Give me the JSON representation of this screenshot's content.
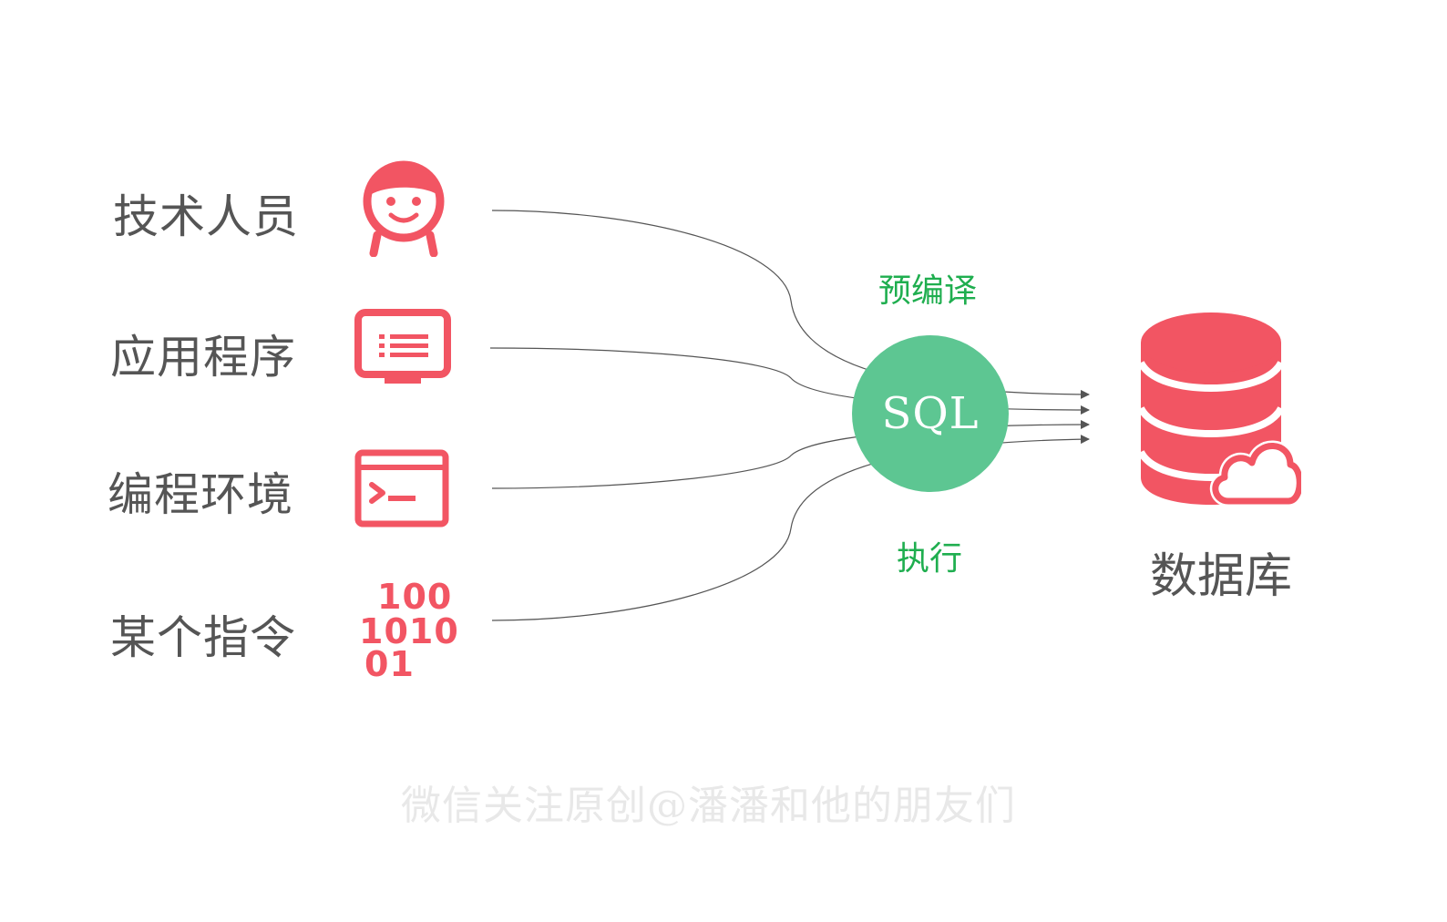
{
  "sources": [
    {
      "label": "技术人员",
      "icon": "person-icon"
    },
    {
      "label": "应用程序",
      "icon": "monitor-icon"
    },
    {
      "label": "编程环境",
      "icon": "terminal-icon"
    },
    {
      "label": "某个指令",
      "icon": "binary-icon"
    }
  ],
  "binary": {
    "line1": "100",
    "line2": "1010",
    "line3": "01"
  },
  "sql_node": {
    "label": "SQL",
    "color": "#5dc692"
  },
  "steps": {
    "top": "预编译",
    "bottom": "执行"
  },
  "database": {
    "label": "数据库",
    "icon": "database-cloud-icon"
  },
  "watermark": "微信关注原创@潘潘和他的朋友们",
  "colors": {
    "icon_red": "#f25563",
    "step_green": "#1fae4f",
    "label_gray": "#555555",
    "line_gray": "#555555"
  }
}
